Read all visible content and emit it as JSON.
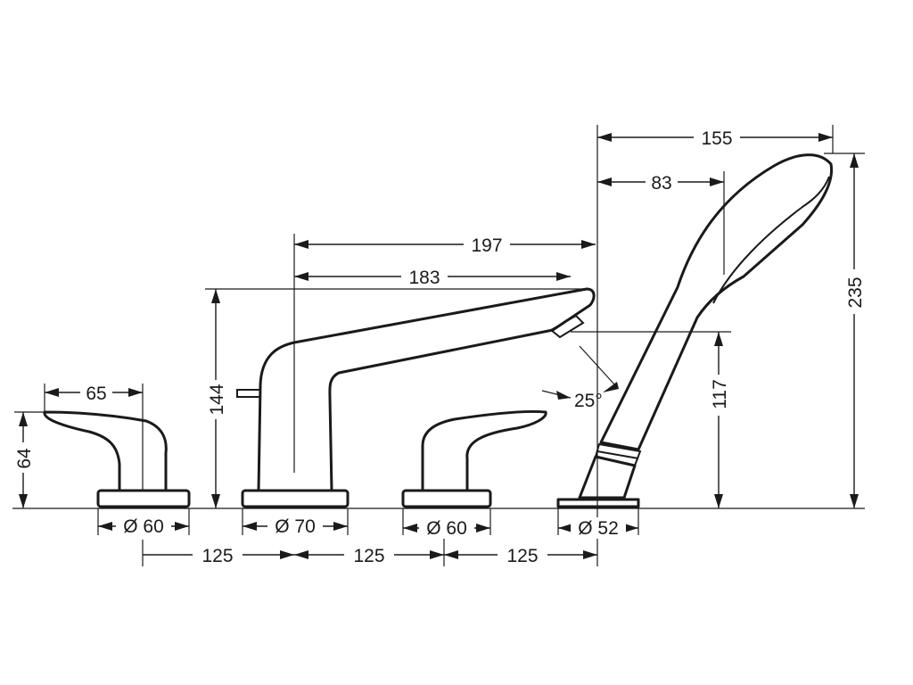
{
  "dimensions": {
    "spout_reach_outer": "197",
    "spout_reach_inner": "183",
    "spout_height": "144",
    "handle_height": "64",
    "handle_width": "65",
    "shower_width": "155",
    "shower_offset": "83",
    "shower_height": "235",
    "shower_holder_height": "117",
    "shower_angle": "25°",
    "dia_left_handle": "Ø 60",
    "dia_spout": "Ø 70",
    "dia_right_handle": "Ø 60",
    "dia_shower": "Ø 52",
    "spacing_1": "125",
    "spacing_2": "125",
    "spacing_3": "125"
  }
}
